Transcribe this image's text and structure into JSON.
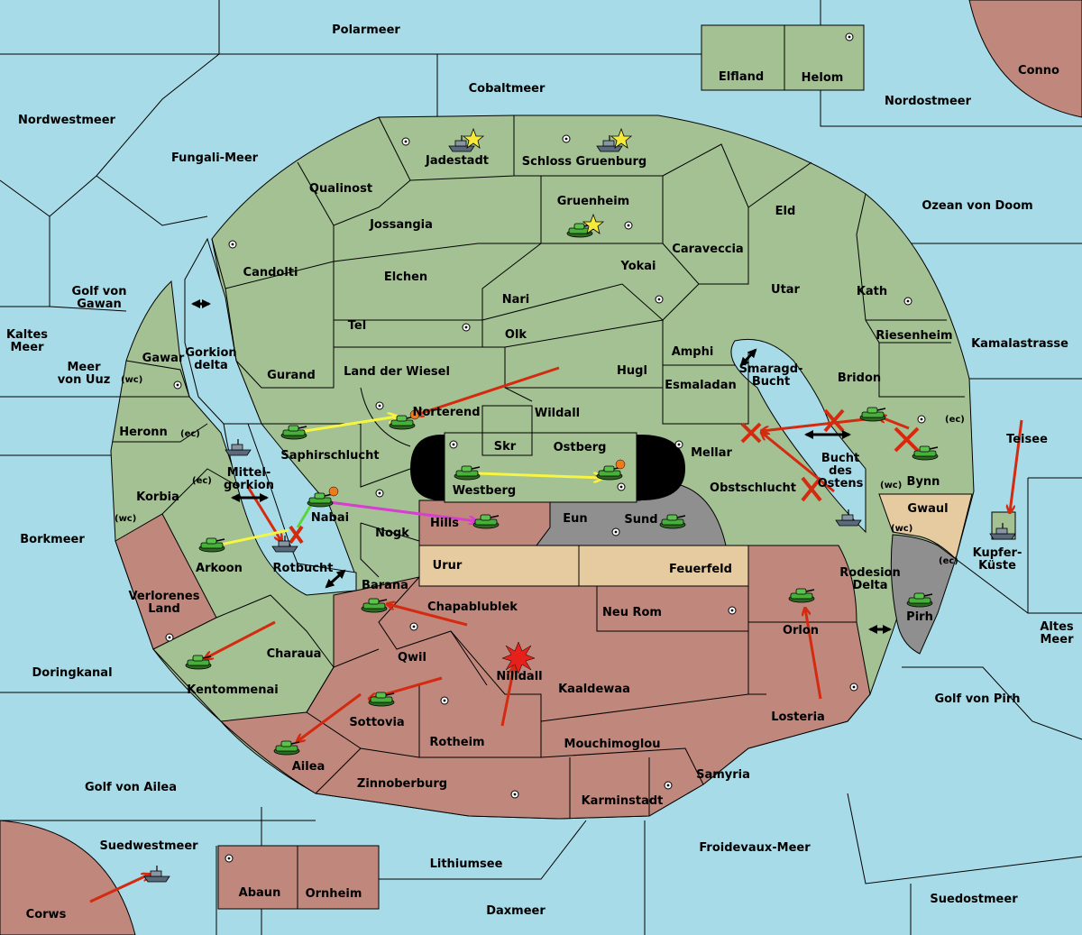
{
  "colors": {
    "sea": "#a8dbe8",
    "neutral_land": "#a3c193",
    "red_power": "#c0877c",
    "tan_power": "#e6caa0",
    "grey_power": "#8f8f8f",
    "attack_arrow": "#d42a10",
    "support_arrow": "#f5f542",
    "convoy_arrow": "#d63fcf",
    "failed_mark": "#d42a10"
  },
  "seas": {
    "polarmeer": "Polarmeer",
    "cobaltmeer": "Cobaltmeer",
    "nordwestmeer": "Nordwestmeer",
    "fungali": "Fungali-Meer",
    "nordostmeer": "Nordostmeer",
    "conno": "Conno",
    "ozean": "Ozean von Doom",
    "kamala": "Kamalastrasse",
    "golf_gawan": "Golf von\nGawan",
    "kaltes": "Kaltes\nMeer",
    "meer_uuz": "Meer\nvon Uuz",
    "borkmeer": "Borkmeer",
    "doringkanal": "Doringkanal",
    "golf_ailea": "Golf von Ailea",
    "suedwestmeer": "Suedwestmeer",
    "lithiumsee": "Lithiumsee",
    "froidevaux": "Froidevaux-Meer",
    "daxmeer": "Daxmeer",
    "suedostmeer": "Suedostmeer",
    "golf_pirh": "Golf von Pirh",
    "altes": "Altes\nMeer",
    "teisee": "Teisee",
    "gorkion_delta": "Gorkion\ndelta",
    "smaragd": "Smaragd-\nBucht",
    "bucht_ostens": "Bucht\ndes\nOstens",
    "rotbucht": "Rotbucht",
    "rodesion": "Rodesion\nDelta",
    "mittelgorkion": "Mittel-\ngorkion"
  },
  "provinces": {
    "elfland": "Elfland",
    "helom": "Helom",
    "jadestadt": "Jadestadt",
    "schloss": "Schloss Gruenburg",
    "qualinost": "Qualinost",
    "gruenheim": "Gruenheim",
    "jossangia": "Jossangia",
    "eld": "Eld",
    "caraveccia": "Caraveccia",
    "candolti": "Candolti",
    "elchen": "Elchen",
    "yokai": "Yokai",
    "utar": "Utar",
    "kath": "Kath",
    "nari": "Nari",
    "tel": "Tel",
    "olk": "Olk",
    "amphi": "Amphi",
    "riesenheim": "Riesenheim",
    "gawar": "Gawar",
    "gurand": "Gurand",
    "land_wiesel": "Land der Wiesel",
    "hugl": "Hugl",
    "esmaladan": "Esmaladan",
    "bridon": "Bridon",
    "norterend": "Norterend",
    "wildall": "Wildall",
    "heronn": "Heronn",
    "skr": "Skr",
    "ostberg": "Ostberg",
    "mellar": "Mellar",
    "saphirschlucht": "Saphirschlucht",
    "bynn": "Bynn",
    "westberg": "Westberg",
    "obstschlucht": "Obstschlucht",
    "korbia": "Korbia",
    "nabai": "Nabai",
    "hills": "Hills",
    "eun": "Eun",
    "sund": "Sund",
    "gwaul": "Gwaul",
    "nogk": "Nogk",
    "arkoon": "Arkoon",
    "urur": "Urur",
    "feuerfeld": "Feuerfeld",
    "kupferkueste": "Kupfer-\nKüste",
    "verlorenes": "Verlorenes\nLand",
    "barana": "Barana",
    "chapablublek": "Chapablublek",
    "neu_rom": "Neu Rom",
    "orlon": "Orlon",
    "pirh": "Pirh",
    "charaua": "Charaua",
    "qwil": "Qwil",
    "nilldall": "Nilldall",
    "kaaldewaa": "Kaaldewaa",
    "kentommenai": "Kentommenai",
    "losteria": "Losteria",
    "sottovia": "Sottovia",
    "rotheim": "Rotheim",
    "mouchimoglou": "Mouchimoglou",
    "ailea": "Ailea",
    "samyria": "Samyria",
    "zinnoberburg": "Zinnoberburg",
    "karminstadt": "Karminstadt",
    "abaun": "Abaun",
    "ornheim": "Ornheim",
    "corws": "Corws"
  },
  "coast_tags": {
    "wc": "(wc)",
    "ec": "(ec)"
  }
}
